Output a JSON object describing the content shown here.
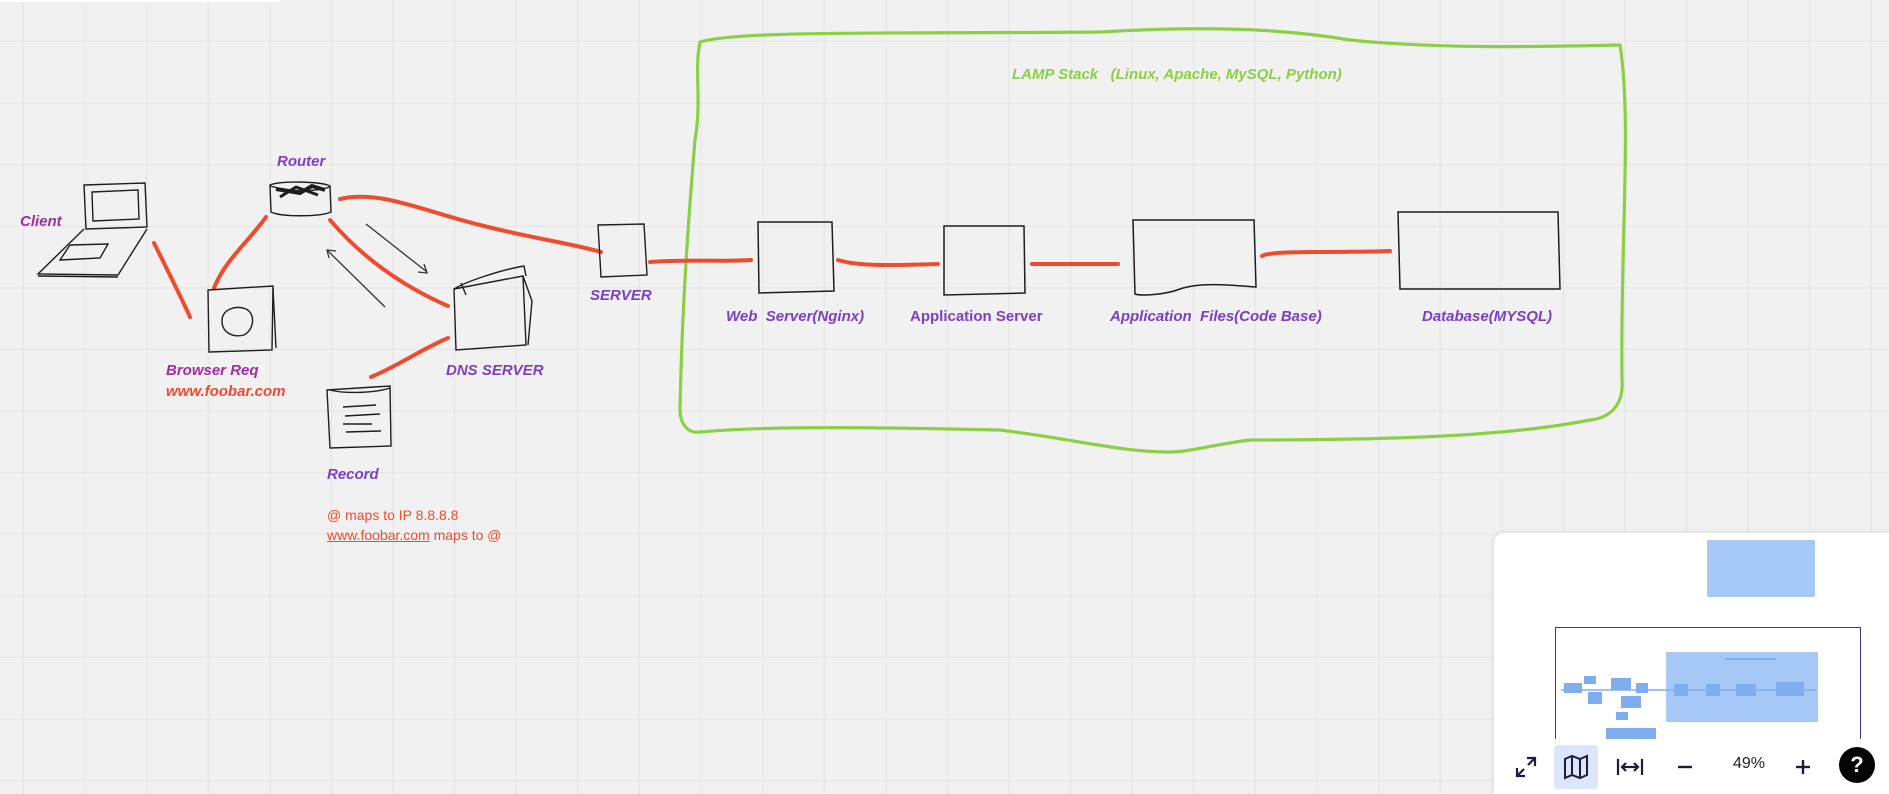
{
  "colors": {
    "purple": "#7b3fc7",
    "magenta": "#a42ba3",
    "red": "#ef4b2f",
    "green": "#8bcf45",
    "sketch": "#1e1e1e",
    "minimap_blue": "#a6c8f7"
  },
  "labels": {
    "client": "Client",
    "router": "Router",
    "browser_req": "Browser Req",
    "browser_url": "www.foobar.com",
    "dns_server": "DNS SERVER",
    "server": "SERVER",
    "record": "Record",
    "lamp_title": "LAMP Stack   (Linux, Apache, MySQL, Python)",
    "web_server": "Web  Server(Nginx)",
    "app_server": "Application Server",
    "app_files": "Application  Files(Code Base)",
    "database": "Database(MYSQL)"
  },
  "record_note": {
    "line1": "@ maps to IP 8.8.8.8",
    "line2_link": "www.foobar.com",
    "line2_rest": " maps to @"
  },
  "toolbar": {
    "zoom_level": "49%",
    "help_label": "?",
    "icons": [
      "fullscreen-icon",
      "map-icon",
      "fit-width-icon",
      "zoom-out-icon",
      "zoom-in-icon"
    ]
  }
}
